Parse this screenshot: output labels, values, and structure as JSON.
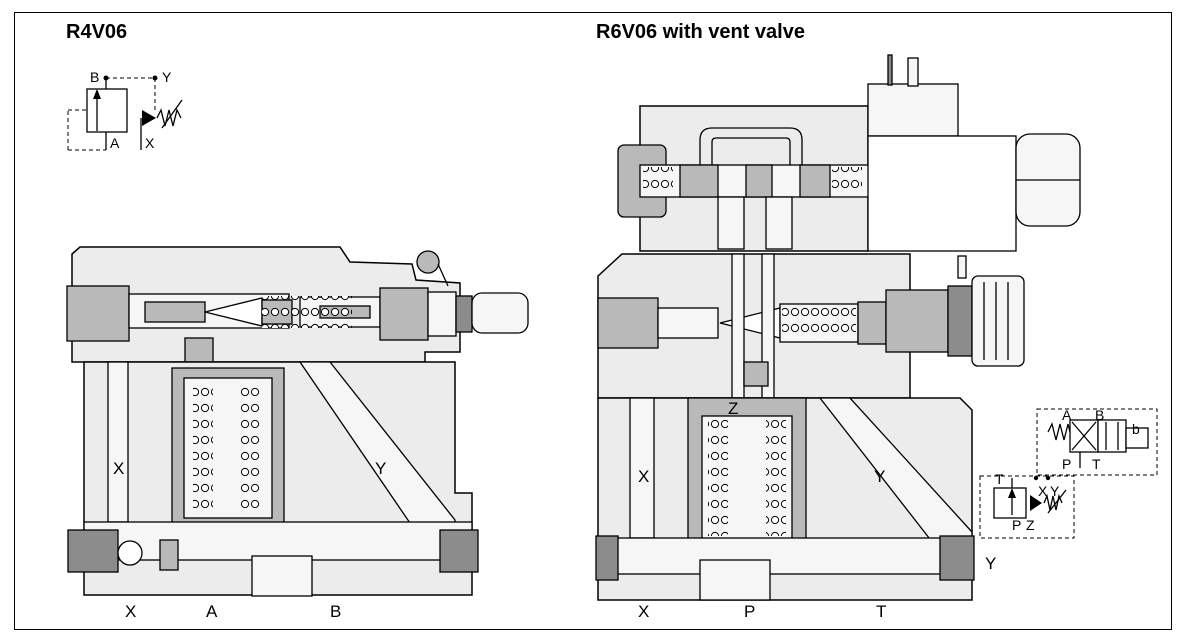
{
  "left_view": {
    "title": "R4V06",
    "symbol_labels": {
      "b": "B",
      "y": "Y",
      "a": "A",
      "x": "X"
    },
    "port_labels": {
      "x_channel": "X",
      "y_channel": "Y",
      "x_bottom": "X",
      "a_bottom": "A",
      "b_bottom": "B"
    }
  },
  "right_view": {
    "title": "R6V06 with vent valve",
    "main_labels": {
      "z": "Z",
      "x_channel": "X",
      "y_channel": "Y",
      "y_side": "Y",
      "x_bottom": "X",
      "p_bottom": "P",
      "t_bottom": "T"
    },
    "vent_symbol_labels": {
      "a": "A",
      "b": "B",
      "p": "P",
      "t": "T",
      "coil": "b"
    },
    "relief_symbol_labels": {
      "t": "T",
      "x": "X",
      "y": "Y",
      "p": "P",
      "z": "Z"
    }
  }
}
